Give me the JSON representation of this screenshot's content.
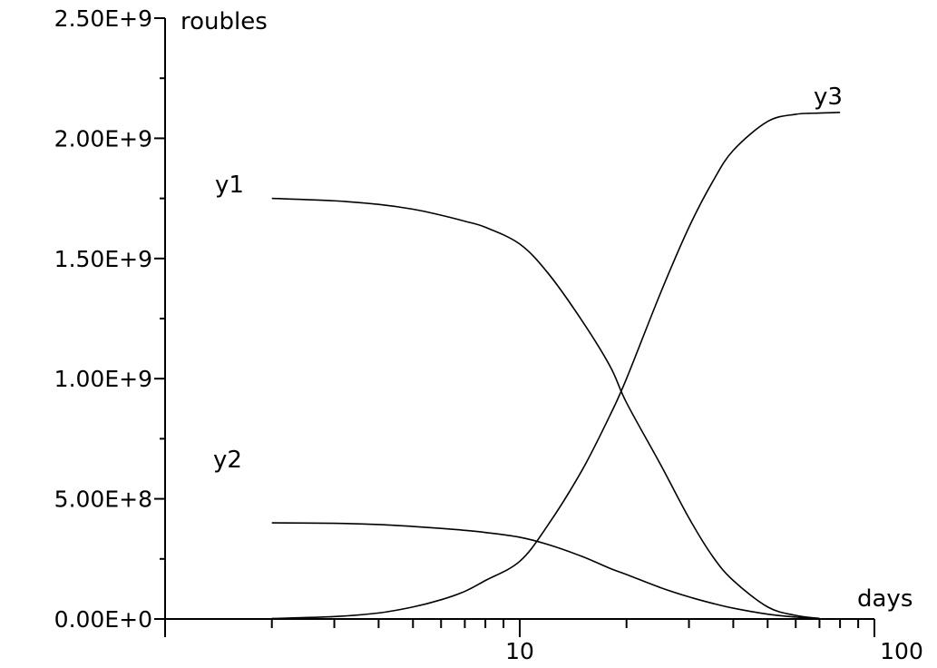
{
  "chart_data": {
    "type": "line",
    "xlabel": "days",
    "ylabel": "roubles",
    "xscale": "log",
    "xlim": [
      1,
      100
    ],
    "ylim": [
      0,
      2500000000
    ],
    "x_tick_labels": [
      {
        "value": 10,
        "label": "10"
      },
      {
        "value": 100,
        "label": "100"
      }
    ],
    "y_tick_labels": [
      {
        "value": 0,
        "label": "0.00E+0"
      },
      {
        "value": 500000000,
        "label": "5.00E+8"
      },
      {
        "value": 1000000000,
        "label": "1.00E+9"
      },
      {
        "value": 1500000000,
        "label": "1.50E+9"
      },
      {
        "value": 2000000000,
        "label": "2.00E+9"
      },
      {
        "value": 2500000000,
        "label": "2.50E+9"
      }
    ],
    "y_minor_step": 250000000,
    "grid": false,
    "legend": "none",
    "series": [
      {
        "name": "y1",
        "x": [
          2,
          3,
          4,
          5,
          6,
          7,
          8,
          10,
          12,
          15,
          18,
          20,
          25,
          30,
          35,
          40,
          50,
          60,
          70
        ],
        "y": [
          1750000000,
          1740000000,
          1725000000,
          1705000000,
          1680000000,
          1655000000,
          1630000000,
          1560000000,
          1440000000,
          1240000000,
          1050000000,
          900000000,
          640000000,
          420000000,
          260000000,
          160000000,
          50000000,
          15000000,
          2000000
        ]
      },
      {
        "name": "y2",
        "x": [
          2,
          3,
          4,
          5,
          6,
          7,
          8,
          10,
          12,
          15,
          18,
          20,
          25,
          30,
          35,
          40,
          50,
          60,
          70
        ],
        "y": [
          400000000,
          398000000,
          393000000,
          385000000,
          377000000,
          369000000,
          360000000,
          340000000,
          310000000,
          260000000,
          210000000,
          185000000,
          130000000,
          92000000,
          65000000,
          45000000,
          20000000,
          8000000,
          2000000
        ]
      },
      {
        "name": "y3",
        "x": [
          2,
          3,
          4,
          5,
          6,
          7,
          8,
          10,
          12,
          15,
          18,
          20,
          25,
          30,
          35,
          40,
          50,
          60,
          70,
          80
        ],
        "y": [
          2000000,
          10000000,
          25000000,
          50000000,
          80000000,
          115000000,
          160000000,
          240000000,
          390000000,
          620000000,
          850000000,
          1000000000,
          1360000000,
          1630000000,
          1820000000,
          1950000000,
          2070000000,
          2100000000,
          2105000000,
          2108000000
        ]
      }
    ]
  }
}
